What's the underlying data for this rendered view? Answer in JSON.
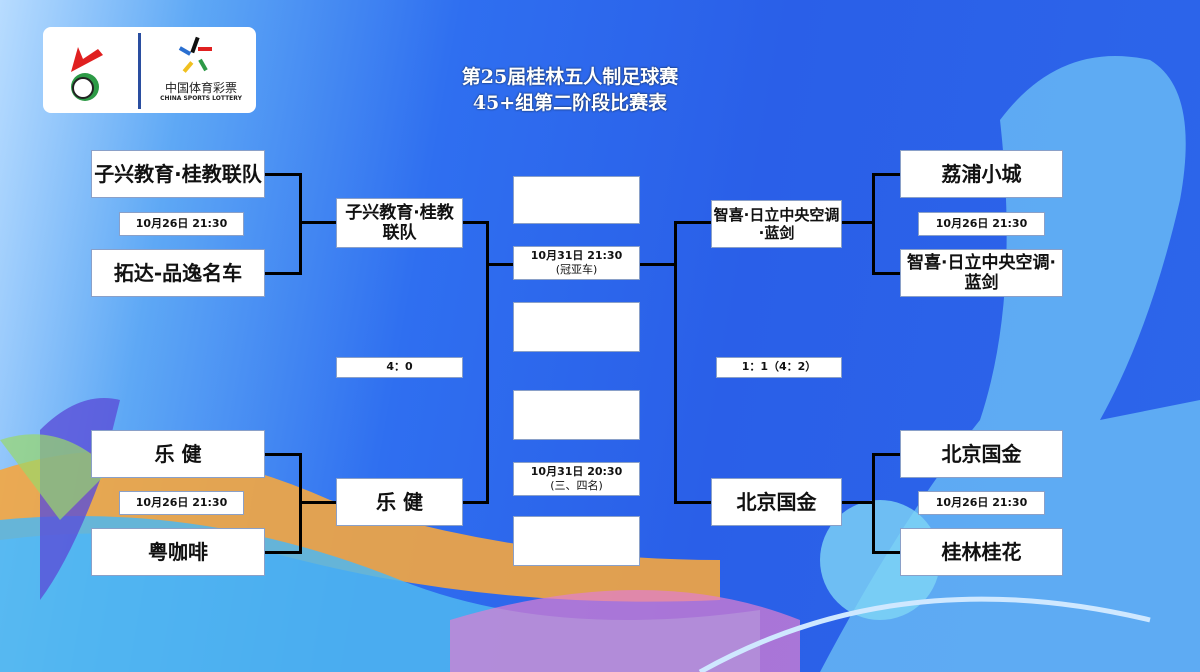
{
  "title": {
    "line1": "第25届桂林五人制足球赛",
    "line2": "45+组第二阶段比赛表"
  },
  "logo": {
    "text_cn": "中国体育彩票",
    "text_en": "CHINA SPORTS LOTTERY"
  },
  "left": {
    "r1_top": {
      "team1": "子兴教育·桂教联队",
      "team2": "拓达-品逸名车",
      "time": "10月26日 21:30"
    },
    "r1_bottom": {
      "team1": "乐 健",
      "team2": "粤咖啡",
      "time": "10月26日 21:30"
    },
    "r2_top": "子兴教育·桂教联队",
    "r2_bottom": "乐 健",
    "score": "4：0"
  },
  "right": {
    "r1_top": {
      "team1": "荔浦小城",
      "team2": "智喜·日立中央空调·蓝剑",
      "time": "10月26日 21:30"
    },
    "r1_bottom": {
      "team1": "北京国金",
      "team2": "桂林桂花",
      "time": "10月26日 21:30"
    },
    "r2_top": "智喜·日立中央空调·蓝剑",
    "r2_bottom": "北京国金",
    "score": "1：1（4：2）"
  },
  "center": {
    "final": {
      "time": "10月31日 21:30",
      "label": "(冠亚车)"
    },
    "third": {
      "time": "10月31日 20:30",
      "label": "(三、四名)"
    }
  }
}
